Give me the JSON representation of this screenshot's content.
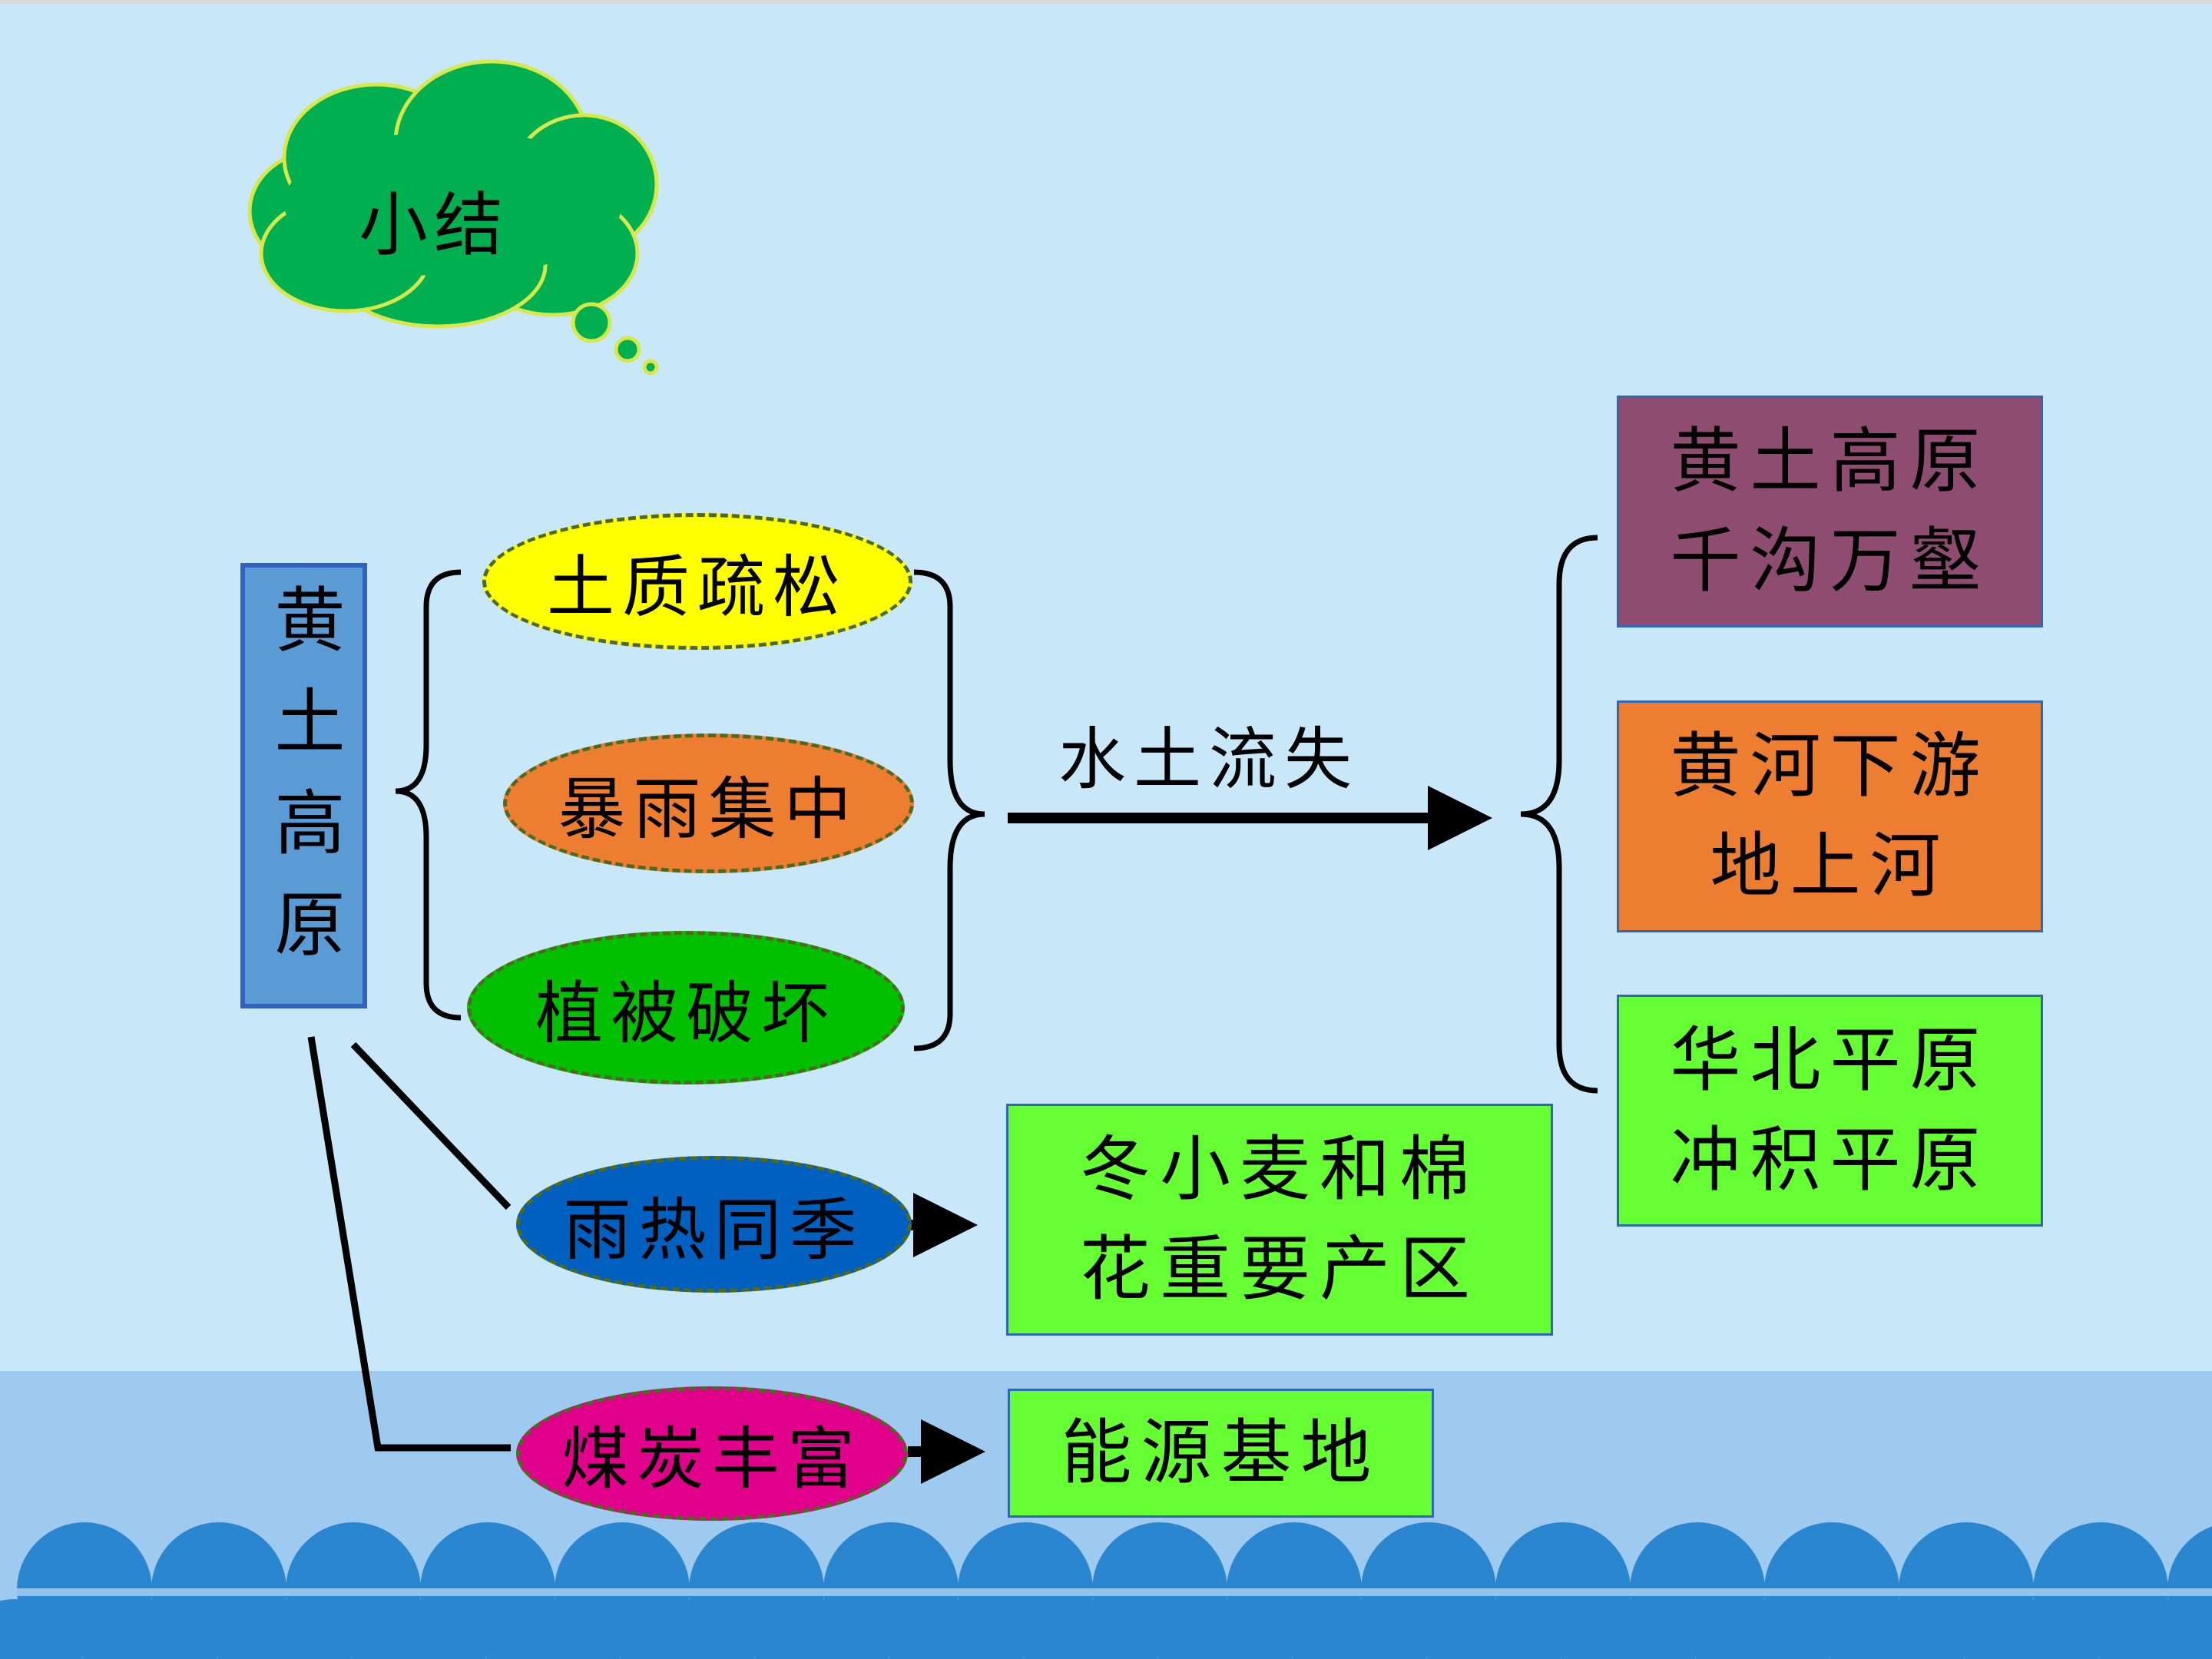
{
  "summary_label": "小结",
  "main_topic": "黄土高原",
  "causes": [
    "土质疏松",
    "暴雨集中",
    "植被破坏"
  ],
  "process_label": "水土流失",
  "results": [
    {
      "line1": "黄土高原",
      "line2": "千沟万壑"
    },
    {
      "line1": "黄河下游",
      "line2": "地上河"
    },
    {
      "line1": "华北平原",
      "line2": "冲积平原"
    }
  ],
  "climate": {
    "feature": "雨热同季",
    "result_line1": "冬小麦和棉",
    "result_line2": "花重要产区"
  },
  "resource": {
    "feature": "煤炭丰富",
    "result": "能源基地"
  },
  "colors": {
    "background": "#c8e8f9",
    "cloud": "#00b050",
    "cause_1": "#ffff00",
    "cause_2": "#ed7d31",
    "cause_3": "#00c000",
    "climate_feature": "#0060c0",
    "resource_feature": "#e0008c",
    "result_1": "#8e4d70",
    "result_2": "#ed7d31",
    "result_3": "#66ff33",
    "result_boxes": "#66ff33",
    "main_topic_box": "#5b9bd5"
  }
}
